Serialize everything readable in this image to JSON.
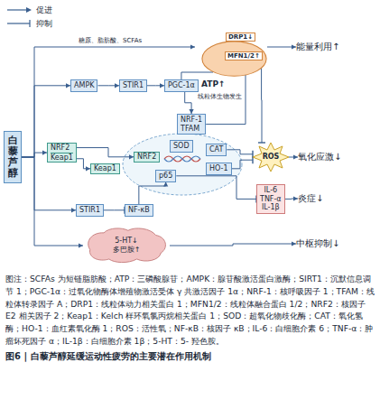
{
  "diagram": {
    "caption": "图6 | 白藜芦醇延缓运动性疲劳的主要潜在作用机制",
    "nodes": [
      {
        "text": [
          "白藜芦醇"
        ]
      },
      {
        "text": [
          "ATP↑"
        ]
      },
      {
        "text": [
          "DRP1↓"
        ],
        "in": 1
      },
      {
        "text": [
          "MFN1/2↑"
        ],
        "in": 1
      },
      {
        "text": [
          "能量利用↑"
        ]
      },
      {
        "text": [
          "AMPK"
        ]
      },
      {
        "text": [
          "STIR1"
        ]
      },
      {
        "text": [
          "PGC-1α"
        ]
      },
      {
        "text": [
          "NRF-1",
          "TFAM"
        ]
      },
      {
        "text": [
          "NRF2",
          "Keap1"
        ]
      },
      {
        "text": [
          "Keap1"
        ]
      },
      {
        "text": [
          "NRF2"
        ]
      },
      {
        "text": [
          "SOD"
        ]
      },
      {
        "text": [
          "CAT"
        ]
      },
      {
        "text": [
          "HO-1"
        ]
      },
      {
        "text": [
          "p65"
        ]
      },
      {
        "text": [
          "ROS"
        ]
      },
      {
        "text": [
          "氧化应激↓"
        ]
      },
      {
        "text": [
          "IL-6",
          "TNF-α",
          "IL-1β"
        ]
      },
      {
        "text": [
          "炎症↓"
        ]
      },
      {
        "text": [
          "STIR1"
        ]
      },
      {
        "text": [
          "NF-κB"
        ]
      },
      {
        "text": [
          "5-HT↓",
          "多巴胺↑"
        ]
      },
      {
        "text": [
          "中枢抑制↓"
        ]
      }
    ],
    "edges": [
      {
        "from": 0,
        "to": 1,
        "arrow": "to",
        "label": "糖原、脂肪酸、SCFAs"
      },
      {
        "from": 0,
        "to": 5,
        "arrow": "to"
      },
      {
        "from": 0,
        "to": 9,
        "arrow": "to"
      },
      {
        "from": 0,
        "to": 20,
        "arrow": "to"
      },
      {
        "from": 0,
        "to": 22,
        "arrow": "to"
      },
      {
        "from": 1,
        "to": 4,
        "arrow": "to"
      },
      {
        "from": 5,
        "to": 6,
        "arrow": "to"
      },
      {
        "from": 6,
        "to": 7,
        "arrow": "to"
      },
      {
        "from": 7,
        "to": 1,
        "arrow": "to"
      },
      {
        "from": 7,
        "to": 8,
        "arrow": "to"
      },
      {
        "from": 8,
        "to": 1,
        "arrow": "to",
        "label": "线粒体生物发生"
      },
      {
        "from": 1,
        "to": 16,
        "arrow": "to"
      },
      {
        "from": 9,
        "to": 10,
        "arrow": "to"
      },
      {
        "from": 9,
        "to": 11,
        "arrow": "to"
      },
      {
        "from": 13,
        "to": 16,
        "arrow": "to"
      },
      {
        "from": 14,
        "to": 16,
        "arrow": "to"
      },
      {
        "from": 16,
        "to": 17,
        "arrow": "to"
      },
      {
        "from": 15,
        "to": 18,
        "arrow": "to"
      },
      {
        "from": 18,
        "to": 19,
        "arrow": "to"
      },
      {
        "from": 20,
        "to": 21,
        "arrow": "to"
      },
      {
        "from": 21,
        "to": 15,
        "arrow": "to"
      },
      {
        "from": 22,
        "to": 23,
        "arrow": "to"
      }
    ],
    "labels": [
      "图注：SCFAs 为短链脂肪酸；ATP：三磷酸腺苷；AMPK：腺苷酸激活蛋白激酶；SIRT1：沉默信息调节 1；PGC-1α：过氧化物酶体增殖物激活受体 γ 共激活因子 1α；NRF-1：核呼吸因子 1；TFAM：线粒体转录因子 A；DRP1：线粒体动力相关蛋白 1；MFN1/2：线粒体融合蛋白 1/2；NRF2：核因子 E2 相关因子 2；Keap1：Kelch 样环氧氯丙烷相关蛋白 1；SOD：超氧化物歧化酶；CAT：氧化氢酶；HO-1：血红素氧化酶 1；ROS：活性氧；NF-κB：核因子 κB；IL-6：白细胞介素 6；TNF-α：肿瘤坏死因子 α；IL-1β：白细胞介素 1β；5-HT：5- 羟色胺。"
    ],
    "legend": [
      {
        "text": "促进"
      },
      {
        "text": "抑制"
      }
    ]
  }
}
